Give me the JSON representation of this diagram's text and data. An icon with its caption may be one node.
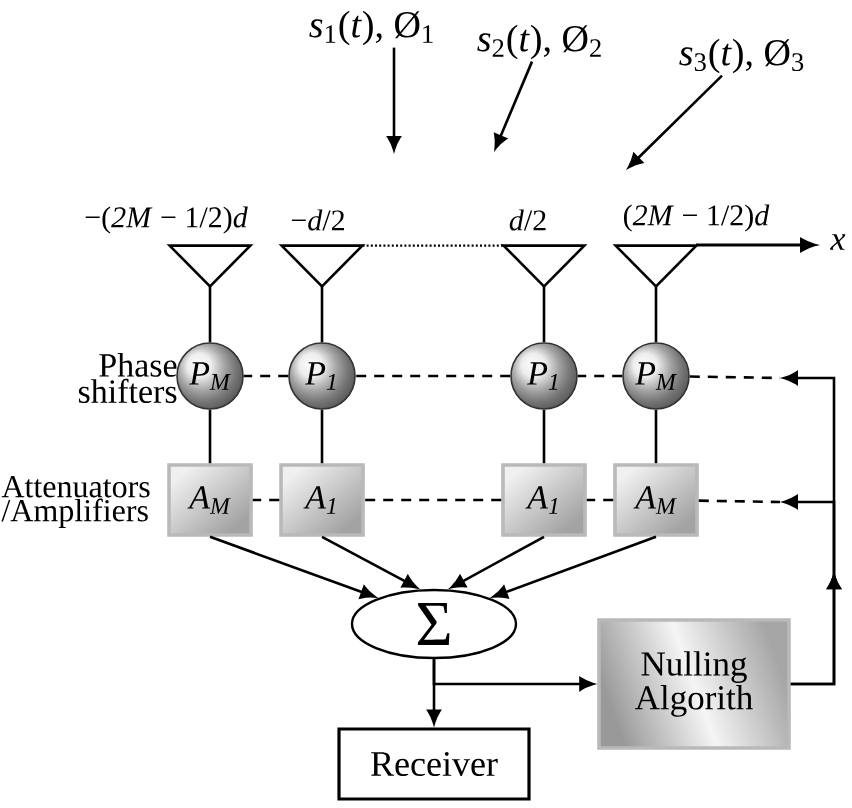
{
  "diagram": {
    "nodes": [
      {
        "text": [
          "*s*$_{1}$(*t*), Ø$_{1}$"
        ]
      },
      {
        "text": [
          "*s*$_{2}$(*t*), Ø$_{2}$"
        ]
      },
      {
        "text": [
          "*s*$_{3}$(*t*), Ø$_{3}$"
        ]
      },
      {
        "text": [],
        "shape": "triangle",
        "beside": [
          "−(*2M* − 1/2)*d*"
        ]
      },
      {
        "text": [],
        "shape": "triangle",
        "beside": [
          "−*d*/2"
        ]
      },
      {
        "text": [],
        "shape": "triangle",
        "beside": [
          "*d*/2"
        ]
      },
      {
        "text": [],
        "shape": "triangle",
        "beside": [
          "(*2M* − 1/2)*d*"
        ]
      },
      {
        "text": [
          "P$_{M}$"
        ]
      },
      {
        "text": [
          "P$_{1}$"
        ]
      },
      {
        "text": [
          "P$_{1}$"
        ]
      },
      {
        "text": [
          "P$_{M}$"
        ]
      },
      {
        "text": [
          "A$_{M}$"
        ]
      },
      {
        "text": [
          "A$_{1}$"
        ]
      },
      {
        "text": [
          "A$_{1}$"
        ]
      },
      {
        "text": [
          "A$_{M}$"
        ]
      },
      {
        "text": [
          "Σ"
        ]
      },
      {
        "text": [
          "Nulling Algorith"
        ]
      },
      {
        "text": [
          "Receiver"
        ]
      }
    ],
    "edges": [
      {
        "from": 0,
        "to": null,
        "arrow": "to"
      },
      {
        "from": 1,
        "to": null,
        "arrow": "to"
      },
      {
        "from": 2,
        "to": null,
        "arrow": "to"
      },
      {
        "from": 3,
        "to": 7,
        "arrow": "none"
      },
      {
        "from": 4,
        "to": 8,
        "arrow": "none"
      },
      {
        "from": 5,
        "to": 9,
        "arrow": "none"
      },
      {
        "from": 6,
        "to": 10,
        "arrow": "none"
      },
      {
        "from": 7,
        "to": 11,
        "arrow": "none"
      },
      {
        "from": 8,
        "to": 12,
        "arrow": "none"
      },
      {
        "from": 9,
        "to": 13,
        "arrow": "none"
      },
      {
        "from": 10,
        "to": 14,
        "arrow": "none"
      },
      {
        "from": 11,
        "to": 15,
        "arrow": "to"
      },
      {
        "from": 12,
        "to": 15,
        "arrow": "to"
      },
      {
        "from": 13,
        "to": 15,
        "arrow": "to"
      },
      {
        "from": 14,
        "to": 15,
        "arrow": "to"
      },
      {
        "from": 15,
        "to": 17,
        "arrow": "to"
      },
      {
        "from": 15,
        "to": 16,
        "arrow": "to"
      },
      {
        "from": 16,
        "to": null,
        "arrow": "to"
      },
      {
        "from": 16,
        "to": null,
        "arrow": "to"
      },
      {
        "from": 10,
        "to": 9,
        "arrow": "none",
        "style": "dashed"
      },
      {
        "from": 9,
        "to": 8,
        "arrow": "none",
        "style": "dashed"
      },
      {
        "from": 8,
        "to": 7,
        "arrow": "none",
        "style": "dashed"
      },
      {
        "from": 14,
        "to": 13,
        "arrow": "none",
        "style": "dashed"
      },
      {
        "from": 13,
        "to": 12,
        "arrow": "none",
        "style": "dashed"
      },
      {
        "from": 12,
        "to": 11,
        "arrow": "none",
        "style": "dashed"
      },
      {
        "from": 4,
        "to": 5,
        "arrow": "none",
        "style": "dashed"
      },
      {
        "from": 10,
        "to": null,
        "arrow": "none",
        "style": "dashed"
      },
      {
        "from": 14,
        "to": null,
        "arrow": "none",
        "style": "dashed"
      }
    ],
    "labels": [
      "x",
      "Phase shifters",
      "Attenuators /Amplifiers"
    ]
  }
}
